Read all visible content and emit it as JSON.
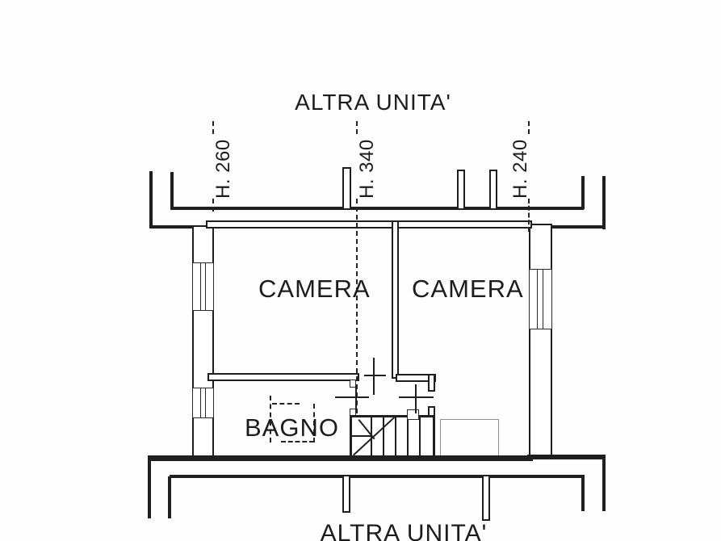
{
  "plan": {
    "upper_unit_label": "ALTRA UNITA'",
    "lower_unit_label": "ALTRA UNITA'",
    "rooms": {
      "camera_left": "CAMERA",
      "camera_right": "CAMERA",
      "bathroom": "BAGNO"
    },
    "ceiling_heights": {
      "left": "H. 260",
      "center": "H. 340",
      "right": "H. 240"
    }
  },
  "colors": {
    "ink": "#1f1f1f",
    "paper": "#ffffff",
    "secondary_line": "#8f8f8f"
  }
}
